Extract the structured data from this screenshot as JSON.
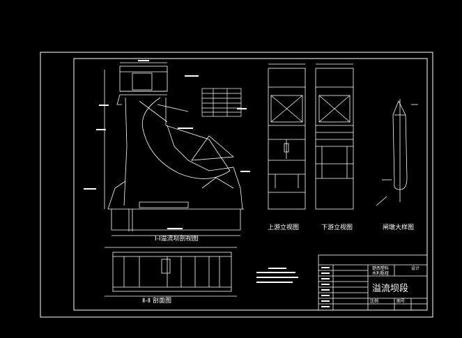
{
  "drawing": {
    "views": {
      "section_1_1": "Ⅰ-Ⅰ溢流坝剖视图",
      "upstream_elevation": "上游立视图",
      "downstream_elevation": "下游立视图",
      "pier_detail": "闸墩大样图",
      "section_2_2": "Ⅱ-Ⅱ 剖面图"
    },
    "title_block": {
      "title": "溢流坝段",
      "school_line1": "楚西塑料",
      "school_line2": "水利枢纽",
      "cell_design": "设计",
      "cell_scale_label": "比例",
      "cell_sheet_label": "图号"
    },
    "colors": {
      "background": "#000000",
      "line": "#ffffff",
      "accent": "#00c8ff"
    }
  }
}
